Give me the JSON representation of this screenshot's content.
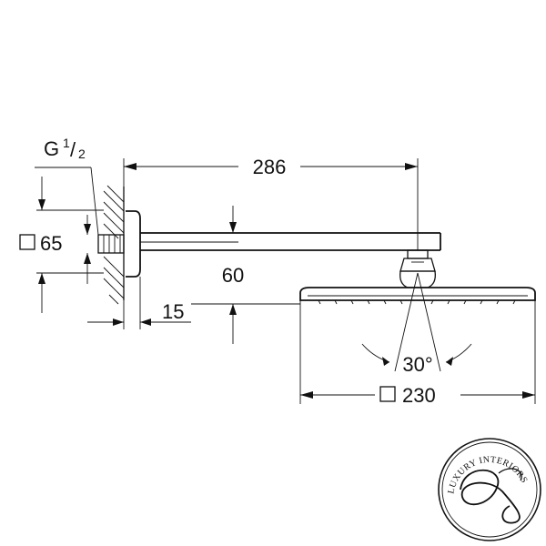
{
  "dimensions": {
    "thread_label": "G",
    "thread_fraction_num": "1",
    "thread_fraction_den": "2",
    "arm_length": "286",
    "flange_square_symbol": "□",
    "flange_size": "65",
    "arm_height": "60",
    "flange_depth": "15",
    "angle": "30°",
    "head_square_symbol": "□",
    "head_size": "230"
  },
  "logo": {
    "text": "LUXURY INTERIORS"
  }
}
